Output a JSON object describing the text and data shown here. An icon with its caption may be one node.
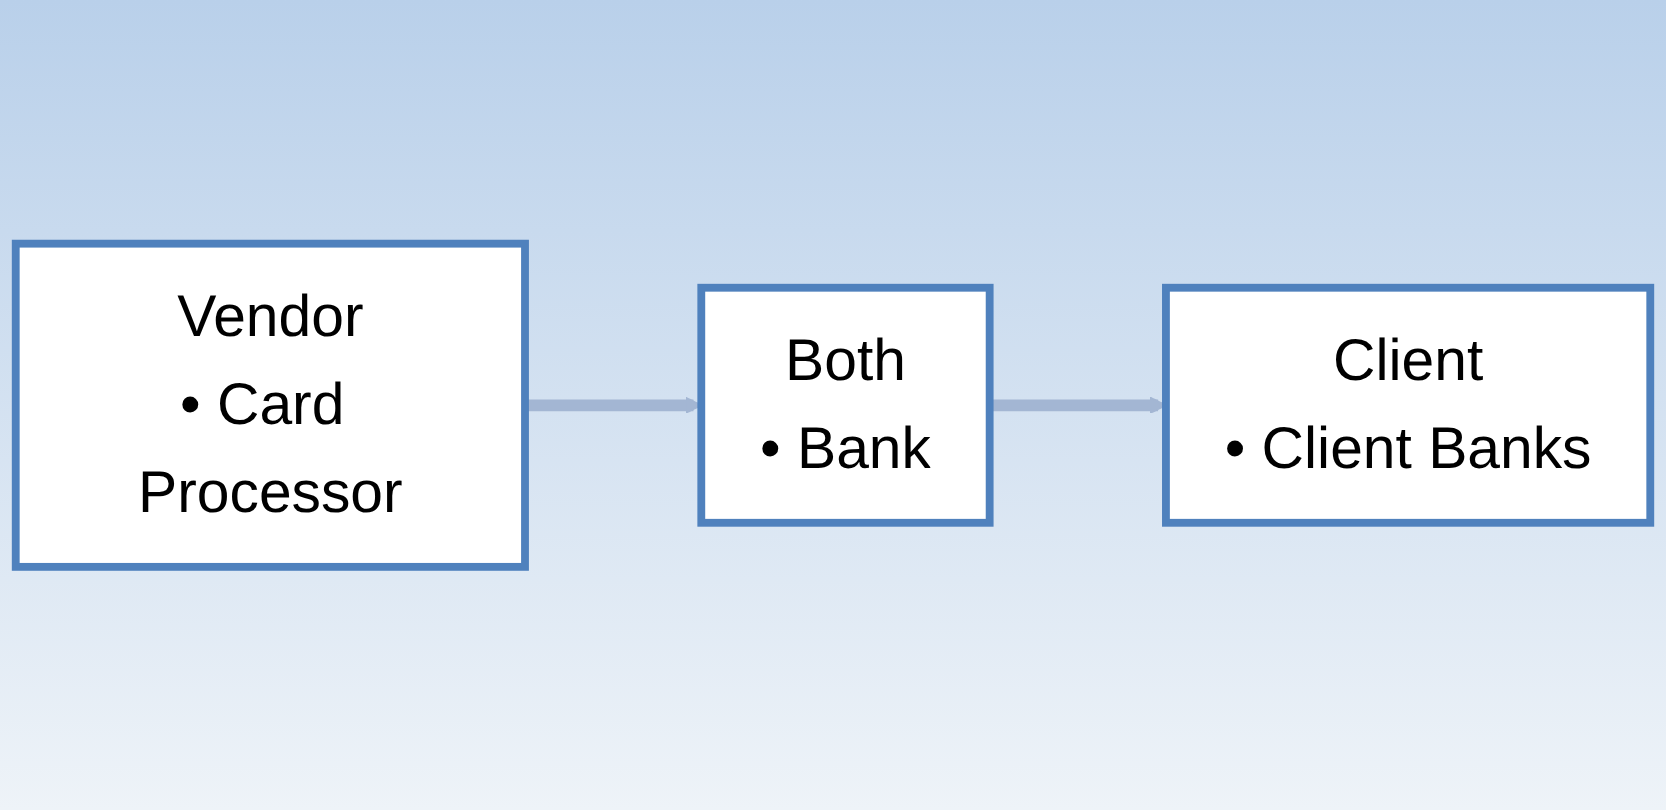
{
  "diagram": {
    "nodes": [
      {
        "text": [
          "Vendor",
          "• Card Processor"
        ]
      },
      {
        "text": [
          "Both",
          "• Bank"
        ]
      },
      {
        "text": [
          "Client",
          "• Client Banks"
        ]
      }
    ],
    "edges": [
      {
        "from": 0,
        "to": 1,
        "arrow": "to"
      },
      {
        "from": 1,
        "to": 2,
        "arrow": "to"
      }
    ]
  }
}
